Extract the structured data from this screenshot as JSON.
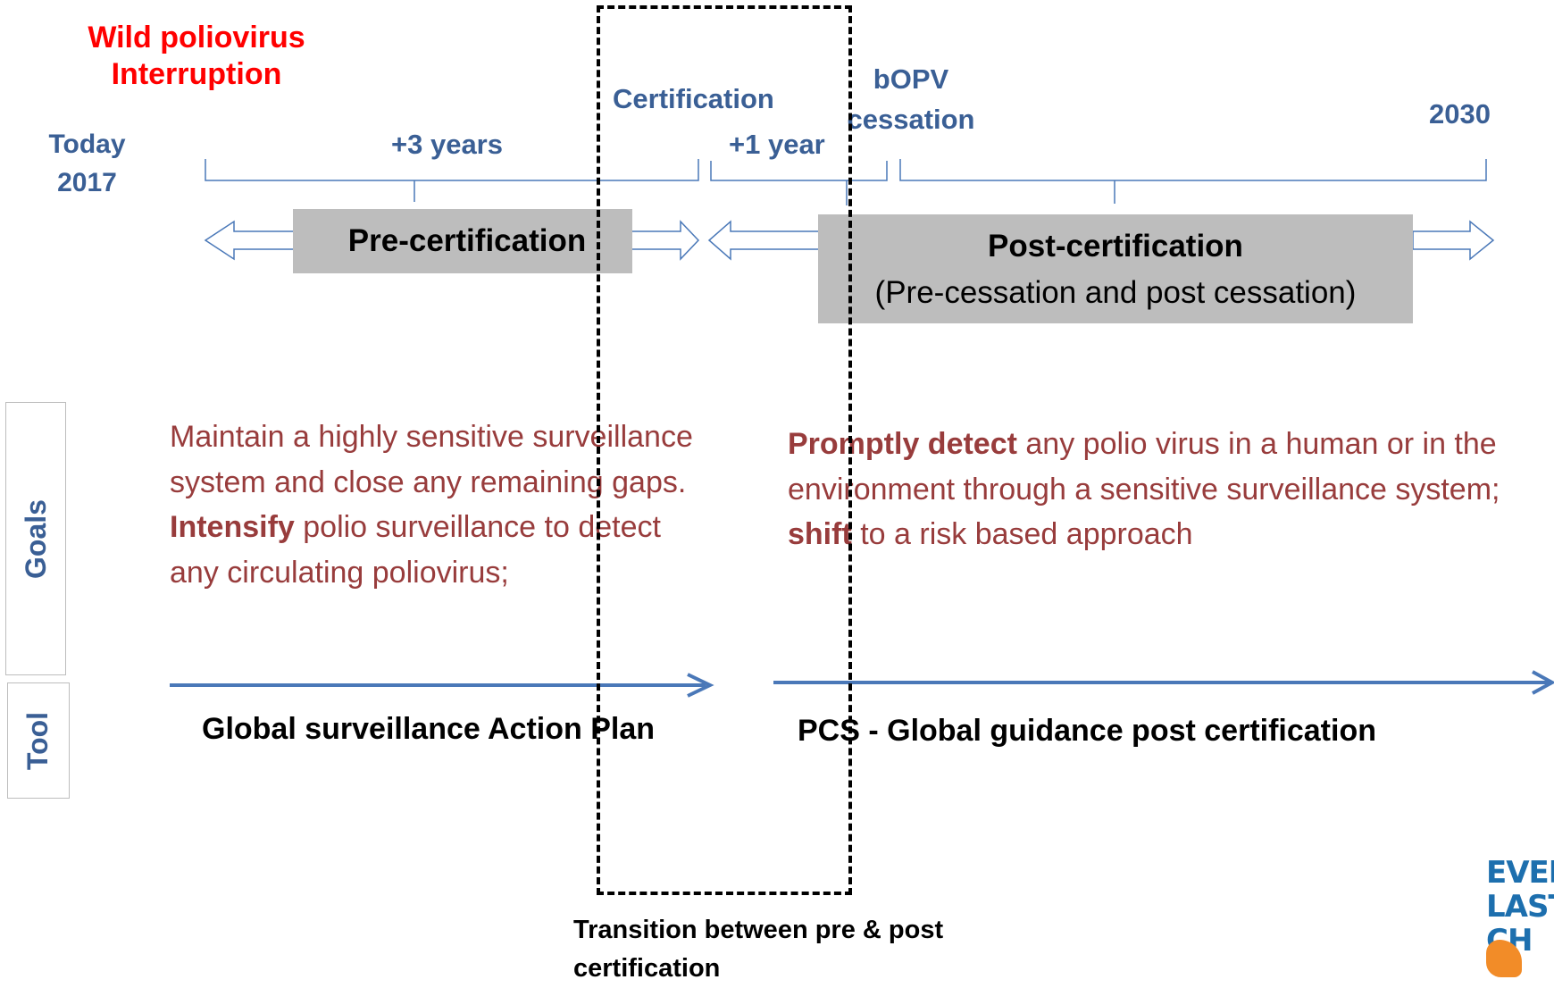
{
  "milestones": {
    "wild_polio": "Wild poliovirus\nInterruption",
    "today": "Today\n2017",
    "certification": "Certification",
    "bopv": "bOPV\ncessation",
    "year_2030": "2030"
  },
  "durations": {
    "plus3": "+3 years",
    "plus1": "+1 year"
  },
  "phases": {
    "pre": "Pre-certification",
    "post_title": "Post-certification",
    "post_sub": "(Pre-cessation and post cessation)"
  },
  "side_labels": {
    "goals": "Goals",
    "tool": "Tool"
  },
  "goals": {
    "left": {
      "t1": "Maintain a highly sensitive surveillance system and close any remaining gaps. ",
      "b1": "Intensify",
      "t2": " polio surveillance to detect any circulating poliovirus;"
    },
    "right": {
      "b1": "Promptly detect",
      "t1": " any polio virus in a human or in the environment through a sensitive surveillance system; ",
      "b2": "shift",
      "t2": " to a risk based approach"
    }
  },
  "tools": {
    "left": "Global surveillance Action Plan",
    "right": "PCS - Global guidance post certification"
  },
  "transition_caption": "Transition between pre & post\ncertification",
  "logo_text": "EVERY\nLAST\nCH",
  "colors": {
    "title_red": "#ff0000",
    "heading_blue": "#3a5f95",
    "goal_text": "#983c3c",
    "line_blue": "#4a78b8",
    "phase_box": "#bdbdbd",
    "logo_blue": "#1d6fae",
    "logo_orange": "#f28c28"
  }
}
